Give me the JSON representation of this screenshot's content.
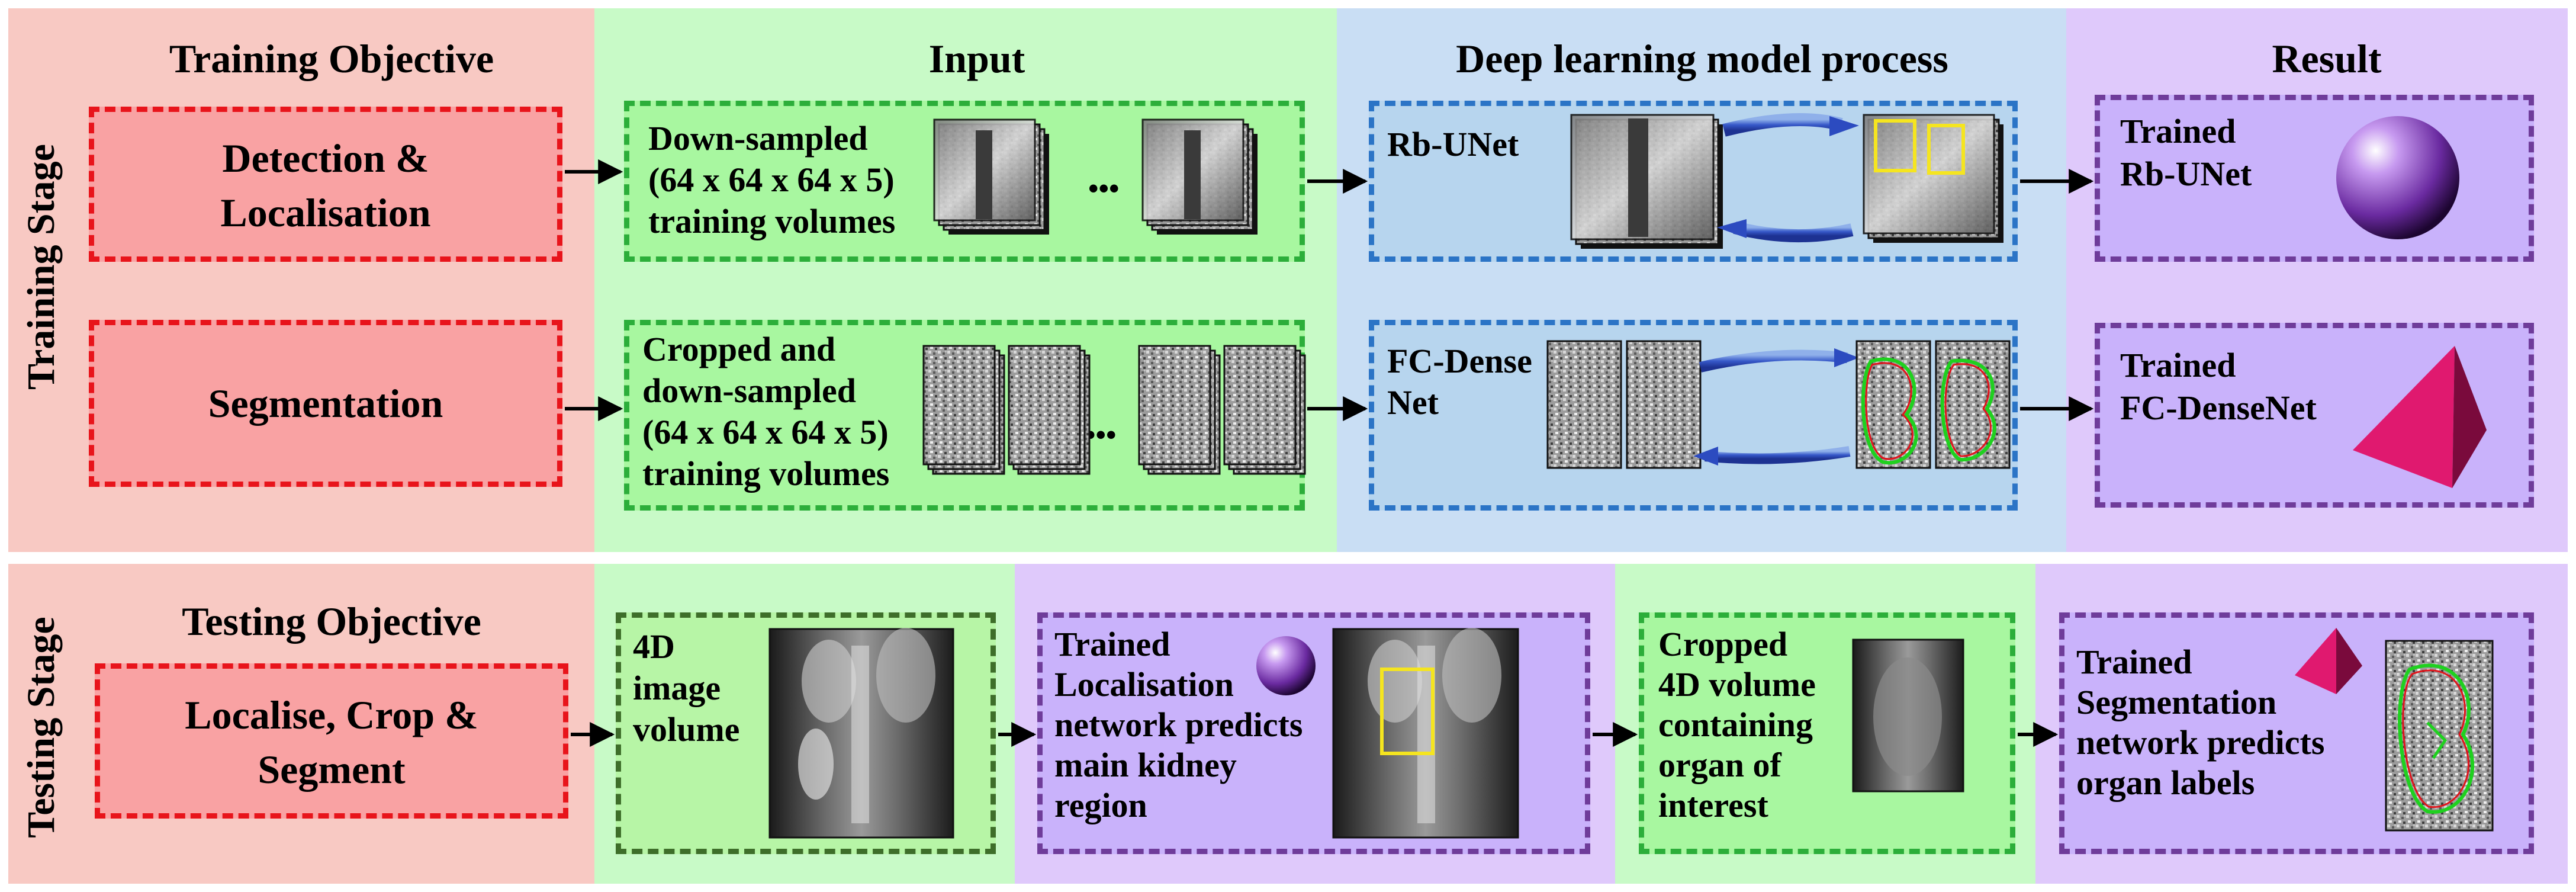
{
  "colors": {
    "objective_panel": "#f8c9c3",
    "input_panel": "#c8fac7",
    "process_panel": "#c9def4",
    "result_panel": "#dfc9fb",
    "red_dash": "#e8141b",
    "green_dash": "#2cae3a",
    "blue_dash": "#2b74c6",
    "purple_dash": "#6f3c9a"
  },
  "training": {
    "stage_label": "Training Stage",
    "headers": {
      "objective": "Training Objective",
      "input": "Input",
      "process": "Deep learning model process",
      "result": "Result"
    },
    "row1": {
      "objective": [
        "Detection &",
        "Localisation"
      ],
      "input": [
        "Down-sampled",
        "(64 x 64 x 64 x 5)",
        "training volumes"
      ],
      "ellipsis": "•••",
      "model": "Rb-UNet",
      "result": [
        "Trained",
        "Rb-UNet"
      ],
      "result_icon": "purple-sphere-icon"
    },
    "row2": {
      "objective": "Segmentation",
      "input": [
        "Cropped and",
        "down-sampled",
        "(64 x 64 x 64 x 5)",
        "training volumes"
      ],
      "ellipsis": "•••",
      "model": [
        "FC-Dense",
        "Net"
      ],
      "result": [
        "Trained",
        "FC-DenseNet"
      ],
      "result_icon": "pink-pyramid-icon"
    }
  },
  "testing": {
    "stage_label": "Testing Stage",
    "objective_header": "Testing Objective",
    "objective": [
      "Localise, Crop &",
      "Segment"
    ],
    "input": [
      "4D",
      "image",
      "volume"
    ],
    "localisation": [
      "Trained",
      "Localisation",
      "network predicts",
      "main kidney",
      "region"
    ],
    "cropped": [
      "Cropped",
      "4D volume",
      "containing",
      "organ of",
      "interest"
    ],
    "segmentation": [
      "Trained",
      "Segmentation",
      "network predicts",
      "organ labels"
    ]
  }
}
